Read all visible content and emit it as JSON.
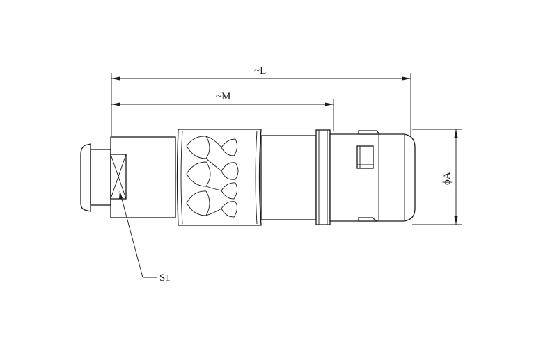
{
  "dimensions": {
    "overall_length": "~L",
    "partial_length": "~M",
    "diameter": "ϕA"
  },
  "callouts": {
    "wrench_flat": "S1"
  },
  "colors": {
    "line": "#1a1a1a",
    "background": "#ffffff"
  }
}
